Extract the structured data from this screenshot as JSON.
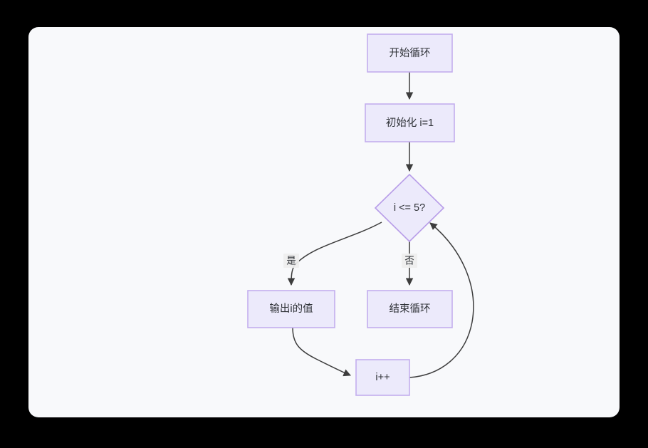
{
  "canvas": {
    "background_color": "#000000",
    "panel_color": "#f8f9fb"
  },
  "diagram": {
    "type": "flowchart",
    "direction": "top-down",
    "title_text": "",
    "node_fill_color": "#eceafb",
    "node_border_color": "#c3aeee",
    "edge_color": "#3d3d3d",
    "text_color": "#2f3237",
    "nodes": [
      {
        "id": "start",
        "label": "开始循环",
        "shape": "rect"
      },
      {
        "id": "init",
        "label": "初始化 i=1",
        "shape": "rect"
      },
      {
        "id": "cond",
        "label": "i <= 5?",
        "shape": "diamond"
      },
      {
        "id": "print",
        "label": "输出i的值",
        "shape": "rect"
      },
      {
        "id": "end",
        "label": "结束循环",
        "shape": "rect"
      },
      {
        "id": "incr",
        "label": "i++",
        "shape": "rect"
      }
    ],
    "edges": [
      {
        "from": "start",
        "to": "init",
        "label": ""
      },
      {
        "from": "init",
        "to": "cond",
        "label": ""
      },
      {
        "from": "cond",
        "to": "print",
        "label": "是"
      },
      {
        "from": "cond",
        "to": "end",
        "label": "否"
      },
      {
        "from": "print",
        "to": "incr",
        "label": ""
      },
      {
        "from": "incr",
        "to": "cond",
        "label": ""
      }
    ]
  }
}
